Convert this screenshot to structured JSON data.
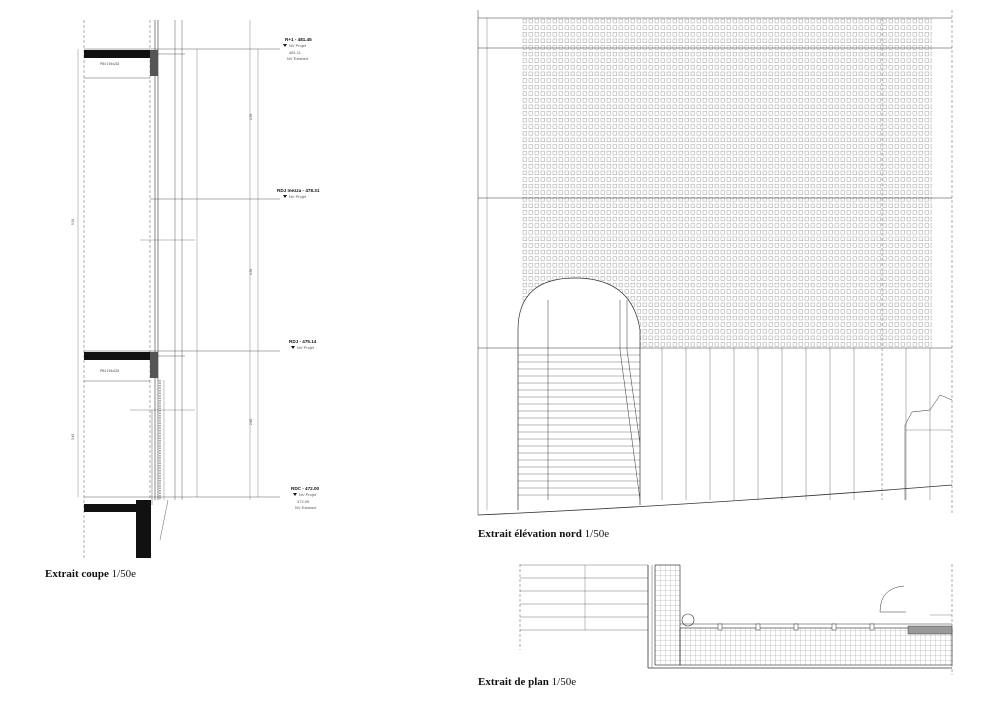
{
  "section": {
    "caption_bold": "Extrait coupe",
    "caption_scale": "1/50e",
    "levels": [
      {
        "name": "R+1 - 481.45",
        "sub": [
          "NV Projet",
          "481.11",
          "NV Existant"
        ]
      },
      {
        "name": "RDJ mezza - 478.31",
        "sub": [
          "NV Projet"
        ]
      },
      {
        "name": "RDJ - 475.14",
        "sub": [
          "NV Projet"
        ]
      },
      {
        "name": "RDC - 472.00",
        "sub": [
          "NV Projet",
          "472.09",
          "NV Existant"
        ]
      }
    ],
    "slab_tags": [
      "PB4 194x233",
      "PB4 194x233"
    ]
  },
  "elevation": {
    "caption_bold": "Extrait élévation nord",
    "caption_scale": "1/50e"
  },
  "plan": {
    "caption_bold": "Extrait de plan",
    "caption_scale": "1/50e"
  },
  "colors": {
    "ink": "#111111",
    "line": "#333333",
    "hatch": "#6a6a6a"
  }
}
